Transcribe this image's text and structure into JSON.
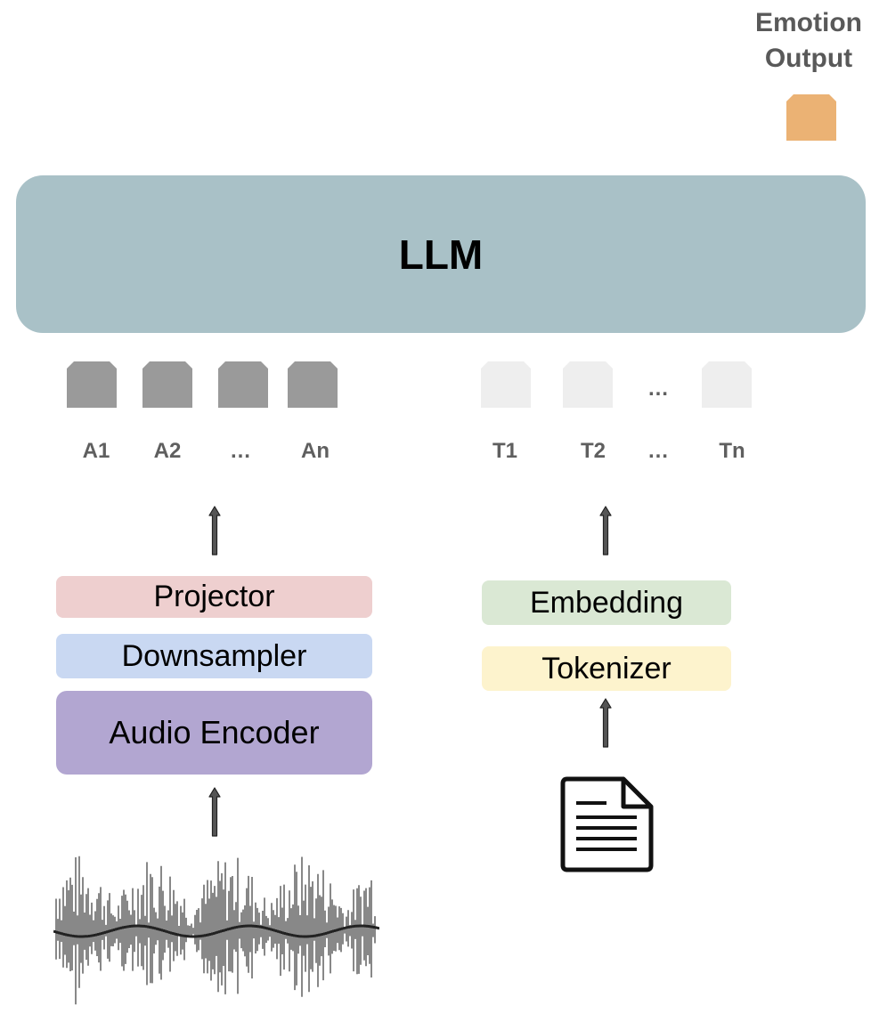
{
  "emotion_output": {
    "line1": "Emotion",
    "line2": "Output",
    "color": "#ebb274"
  },
  "llm": {
    "label": "LLM",
    "color": "#a9c1c7"
  },
  "audio_tokens": {
    "labels": [
      "A1",
      "A2",
      "…",
      "An"
    ],
    "color": "#9a9a9a"
  },
  "text_tokens": {
    "labels": [
      "T1",
      "T2",
      "…",
      "Tn"
    ],
    "dots": "…",
    "color": "#eeeeee"
  },
  "audio_branch": {
    "projector": "Projector",
    "downsampler": "Downsampler",
    "encoder": "Audio Encoder",
    "input_icon": "waveform-icon"
  },
  "text_branch": {
    "embedding": "Embedding",
    "tokenizer": "Tokenizer",
    "input_icon": "document-icon"
  }
}
